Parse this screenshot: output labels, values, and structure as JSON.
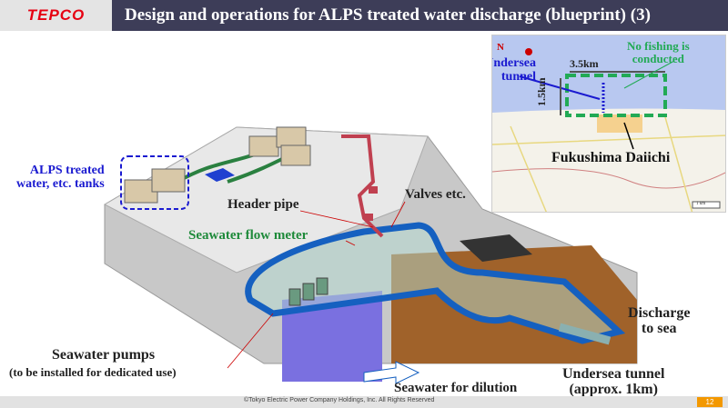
{
  "header": {
    "logo": "TEPCO",
    "title": "Design and operations for ALPS treated water discharge (blueprint) (3)"
  },
  "labels": {
    "tanks": [
      "ALPS treated",
      "water, etc. tanks"
    ],
    "header_pipe": "Header pipe",
    "valves": "Valves etc.",
    "flow_meter": "Seawater flow meter",
    "pumps": "Seawater pumps",
    "pumps_note": "(to be installed for dedicated use)",
    "dilution": "Seawater for dilution",
    "discharge": [
      "Discharge",
      "to sea"
    ],
    "tunnel": [
      "Undersea tunnel",
      "(approx. 1km)"
    ]
  },
  "map": {
    "north": "N",
    "undersea": [
      "Undersea",
      "tunnel"
    ],
    "width": "3.5km",
    "height": "1.5km",
    "no_fishing": [
      "No fishing is",
      "conducted"
    ],
    "site": "Fukushima Daiichi",
    "scale": "1 km"
  },
  "footer": {
    "copyright": "©Tokyo Electric Power Company Holdings, Inc. All Rights Reserved",
    "page": "12"
  },
  "colors": {
    "header": "#3d3d58",
    "accent": "#f39800",
    "blue_label": "#1a1ad0",
    "green_label": "#1e8a3a",
    "route": "#1560c0"
  }
}
